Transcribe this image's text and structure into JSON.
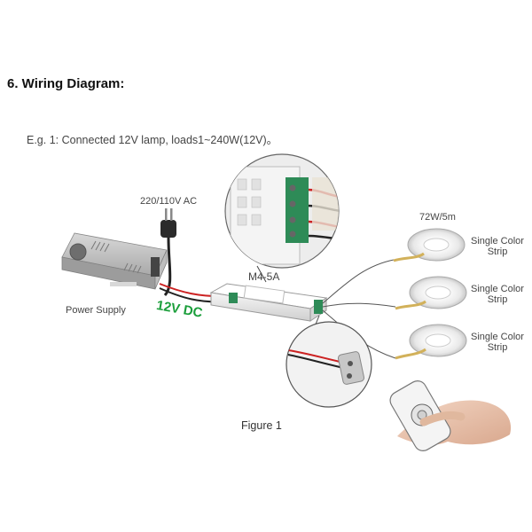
{
  "heading": "6. Wiring Diagram:",
  "example": "E.g. 1: Connected 12V lamp, loads1~240W(12V)。",
  "labels": {
    "ac_input": "220/110V AC",
    "power_supply": "Power Supply",
    "dc_output": "12V DC",
    "controller": "M4-5A",
    "strip_rating": "72W/5m",
    "strip_1": [
      "Single Color",
      "Strip"
    ],
    "strip_2": [
      "Single Color",
      "Strip"
    ],
    "strip_3": [
      "Single Color",
      "Strip"
    ],
    "figure": "Figure 1"
  },
  "icons": {
    "ac_plug": "ac-plug-icon",
    "power_supply": "power-supply-unit",
    "controller": "controller-module",
    "led_reel": "led-strip-reel",
    "remote": "rf-remote-icon",
    "magnifier": "zoom-detail"
  },
  "colors": {
    "dc_text": "#1a9e3a",
    "wire_red": "#cc2222",
    "wire_black": "#222222",
    "terminal_green": "#2e8b57"
  }
}
